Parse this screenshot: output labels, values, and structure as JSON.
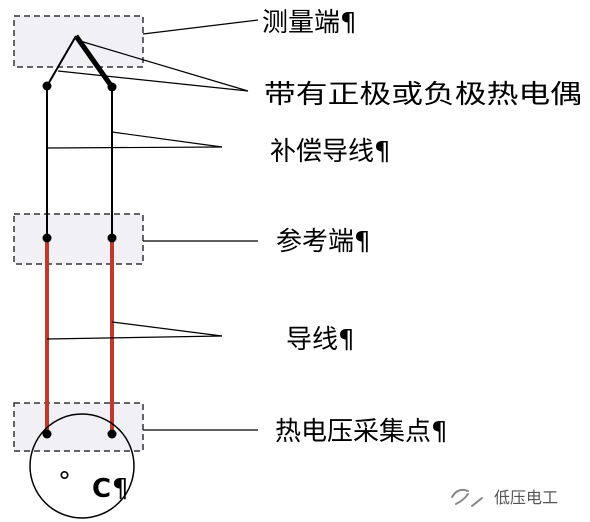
{
  "labels": {
    "measuring_end": "测量端¶",
    "thermocouple": "带有正极或负极热电偶",
    "compensation_wire": "补偿导线¶",
    "reference_end": "参考端¶",
    "wire": "导线¶",
    "voltage_point": "热电压采集点¶",
    "celsius_c": "C",
    "celsius_pilcrow": "¶",
    "degree": "°"
  },
  "watermark": {
    "text": "低压电工"
  },
  "colors": {
    "line": "#000000",
    "box_fill": "#f1f1f5",
    "box_stroke": "#333333",
    "wire_red": "#c0392b"
  }
}
